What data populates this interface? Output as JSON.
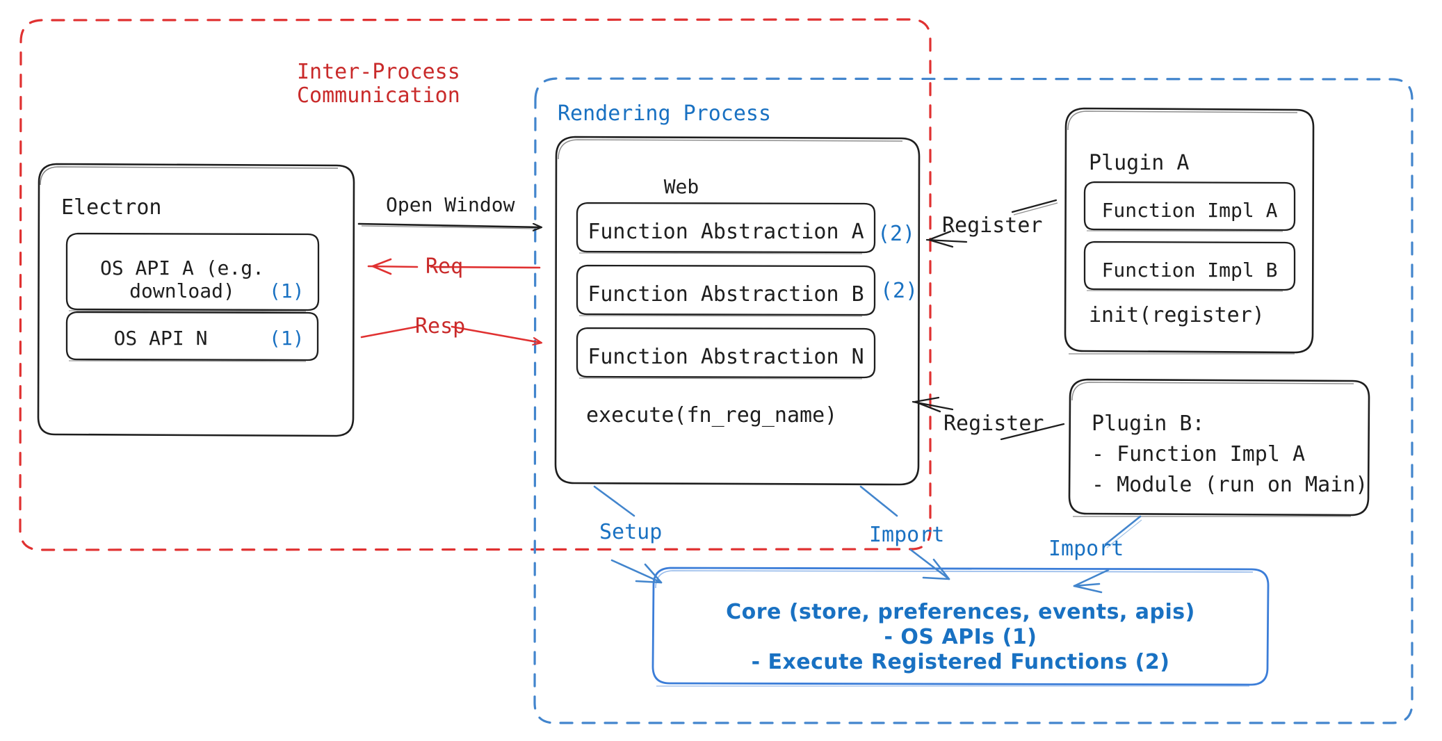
{
  "diagram": {
    "title": "Electron plugin architecture",
    "colors": {
      "ink": "#1e1e1e",
      "red": "#c92a2a",
      "red_dash": "#e03131",
      "blue": "#1971c2",
      "blue_dash": "#4285cd",
      "blue_core": "#3b7dd8"
    }
  },
  "regions": {
    "ipc": {
      "label": "Inter-Process\nCommunication",
      "line1": "Inter-Process",
      "line2": "Communication"
    },
    "rendering": {
      "label": "Rendering Process"
    }
  },
  "electron": {
    "title": "Electron",
    "apis": [
      {
        "text": "OS API A (e.g.\ndownload)",
        "line1": "OS API A (e.g.",
        "line2": "download)",
        "marker": "(1)"
      },
      {
        "text": "OS API N",
        "line1": "OS API N",
        "marker": "(1)"
      }
    ]
  },
  "web": {
    "title": "Web",
    "abstractions": [
      {
        "label": "Function Abstraction A",
        "marker": "(2)"
      },
      {
        "label": "Function Abstraction B",
        "marker": "(2)"
      },
      {
        "label": "Function Abstraction N",
        "marker": ""
      }
    ],
    "method": "execute(fn_reg_name)"
  },
  "plugin_a": {
    "title": "Plugin A",
    "functions": [
      "Function Impl A",
      "Function Impl B"
    ],
    "init": "init(register)"
  },
  "plugin_b": {
    "title": "Plugin B:",
    "items": [
      "- Function Impl A",
      "- Module (run on Main)"
    ]
  },
  "core": {
    "line1": "Core (store, preferences, events, apis)",
    "line2": "- OS APIs (1)",
    "line3": "- Execute Registered Functions (2)"
  },
  "edges": {
    "open_window": "Open Window",
    "req": "Req",
    "resp": "Resp",
    "register_a": "Register",
    "register_b": "Register",
    "setup": "Setup",
    "import_left": "Import",
    "import_right": "Import"
  }
}
